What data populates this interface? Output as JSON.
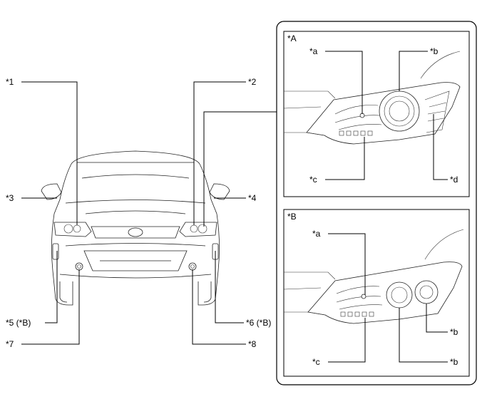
{
  "callouts": {
    "c1": "*1",
    "c2": "*2",
    "c3": "*3",
    "c4": "*4",
    "c5": "*5 (*B)",
    "c6": "*6 (*B)",
    "c7": "*7",
    "c8": "*8"
  },
  "panel_a": {
    "title": "*A",
    "a": "*a",
    "b": "*b",
    "c": "*c",
    "d": "*d"
  },
  "panel_b": {
    "title": "*B",
    "a": "*a",
    "b1": "*b",
    "b2": "*b",
    "c": "*c"
  }
}
